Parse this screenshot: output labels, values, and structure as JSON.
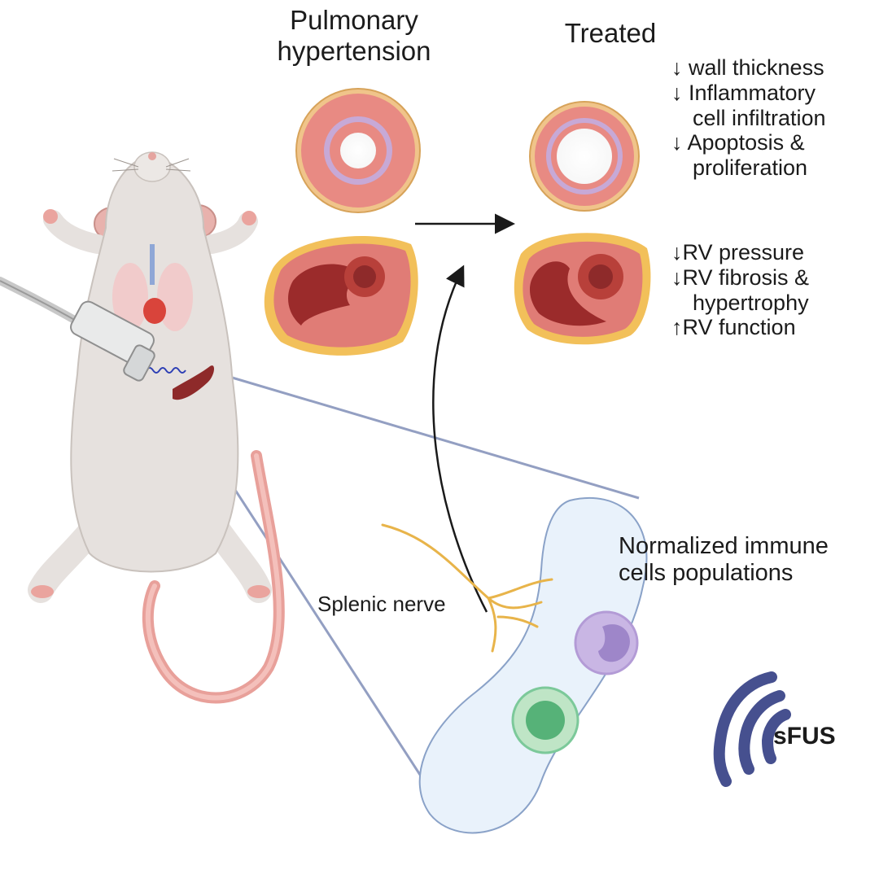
{
  "labels": {
    "pulmonary_hypertension": "Pulmonary hypertension",
    "pulmonary_hypertension_line1": "Pulmonary",
    "pulmonary_hypertension_line2": "hypertension",
    "treated": "Treated",
    "splenic_nerve": "Splenic nerve",
    "normalized_line1": "Normalized immune",
    "normalized_line2": "cells populations",
    "sfus": "sFUS"
  },
  "vessel_effects": [
    "↓ wall thickness",
    "↓ Inflammatory",
    "cell infiltration",
    "↓ Apoptosis &",
    "proliferation"
  ],
  "heart_effects": [
    "↓RV pressure",
    "↓RV fibrosis &",
    "hypertrophy",
    "↑RV function"
  ],
  "colors": {
    "vessel_wall": "#e88a83",
    "vessel_adventitia": "#f0c48a",
    "heart_muscle": "#e07c76",
    "heart_fat": "#f2c05a",
    "spleen": "#8e2a2a",
    "nerve": "#e8b44a",
    "sfus_waves": "#46508f",
    "spleen_zoom_fill": "#e9f2fb",
    "cell_purple": "#b9a3d8",
    "cell_green": "#7cc99a"
  }
}
